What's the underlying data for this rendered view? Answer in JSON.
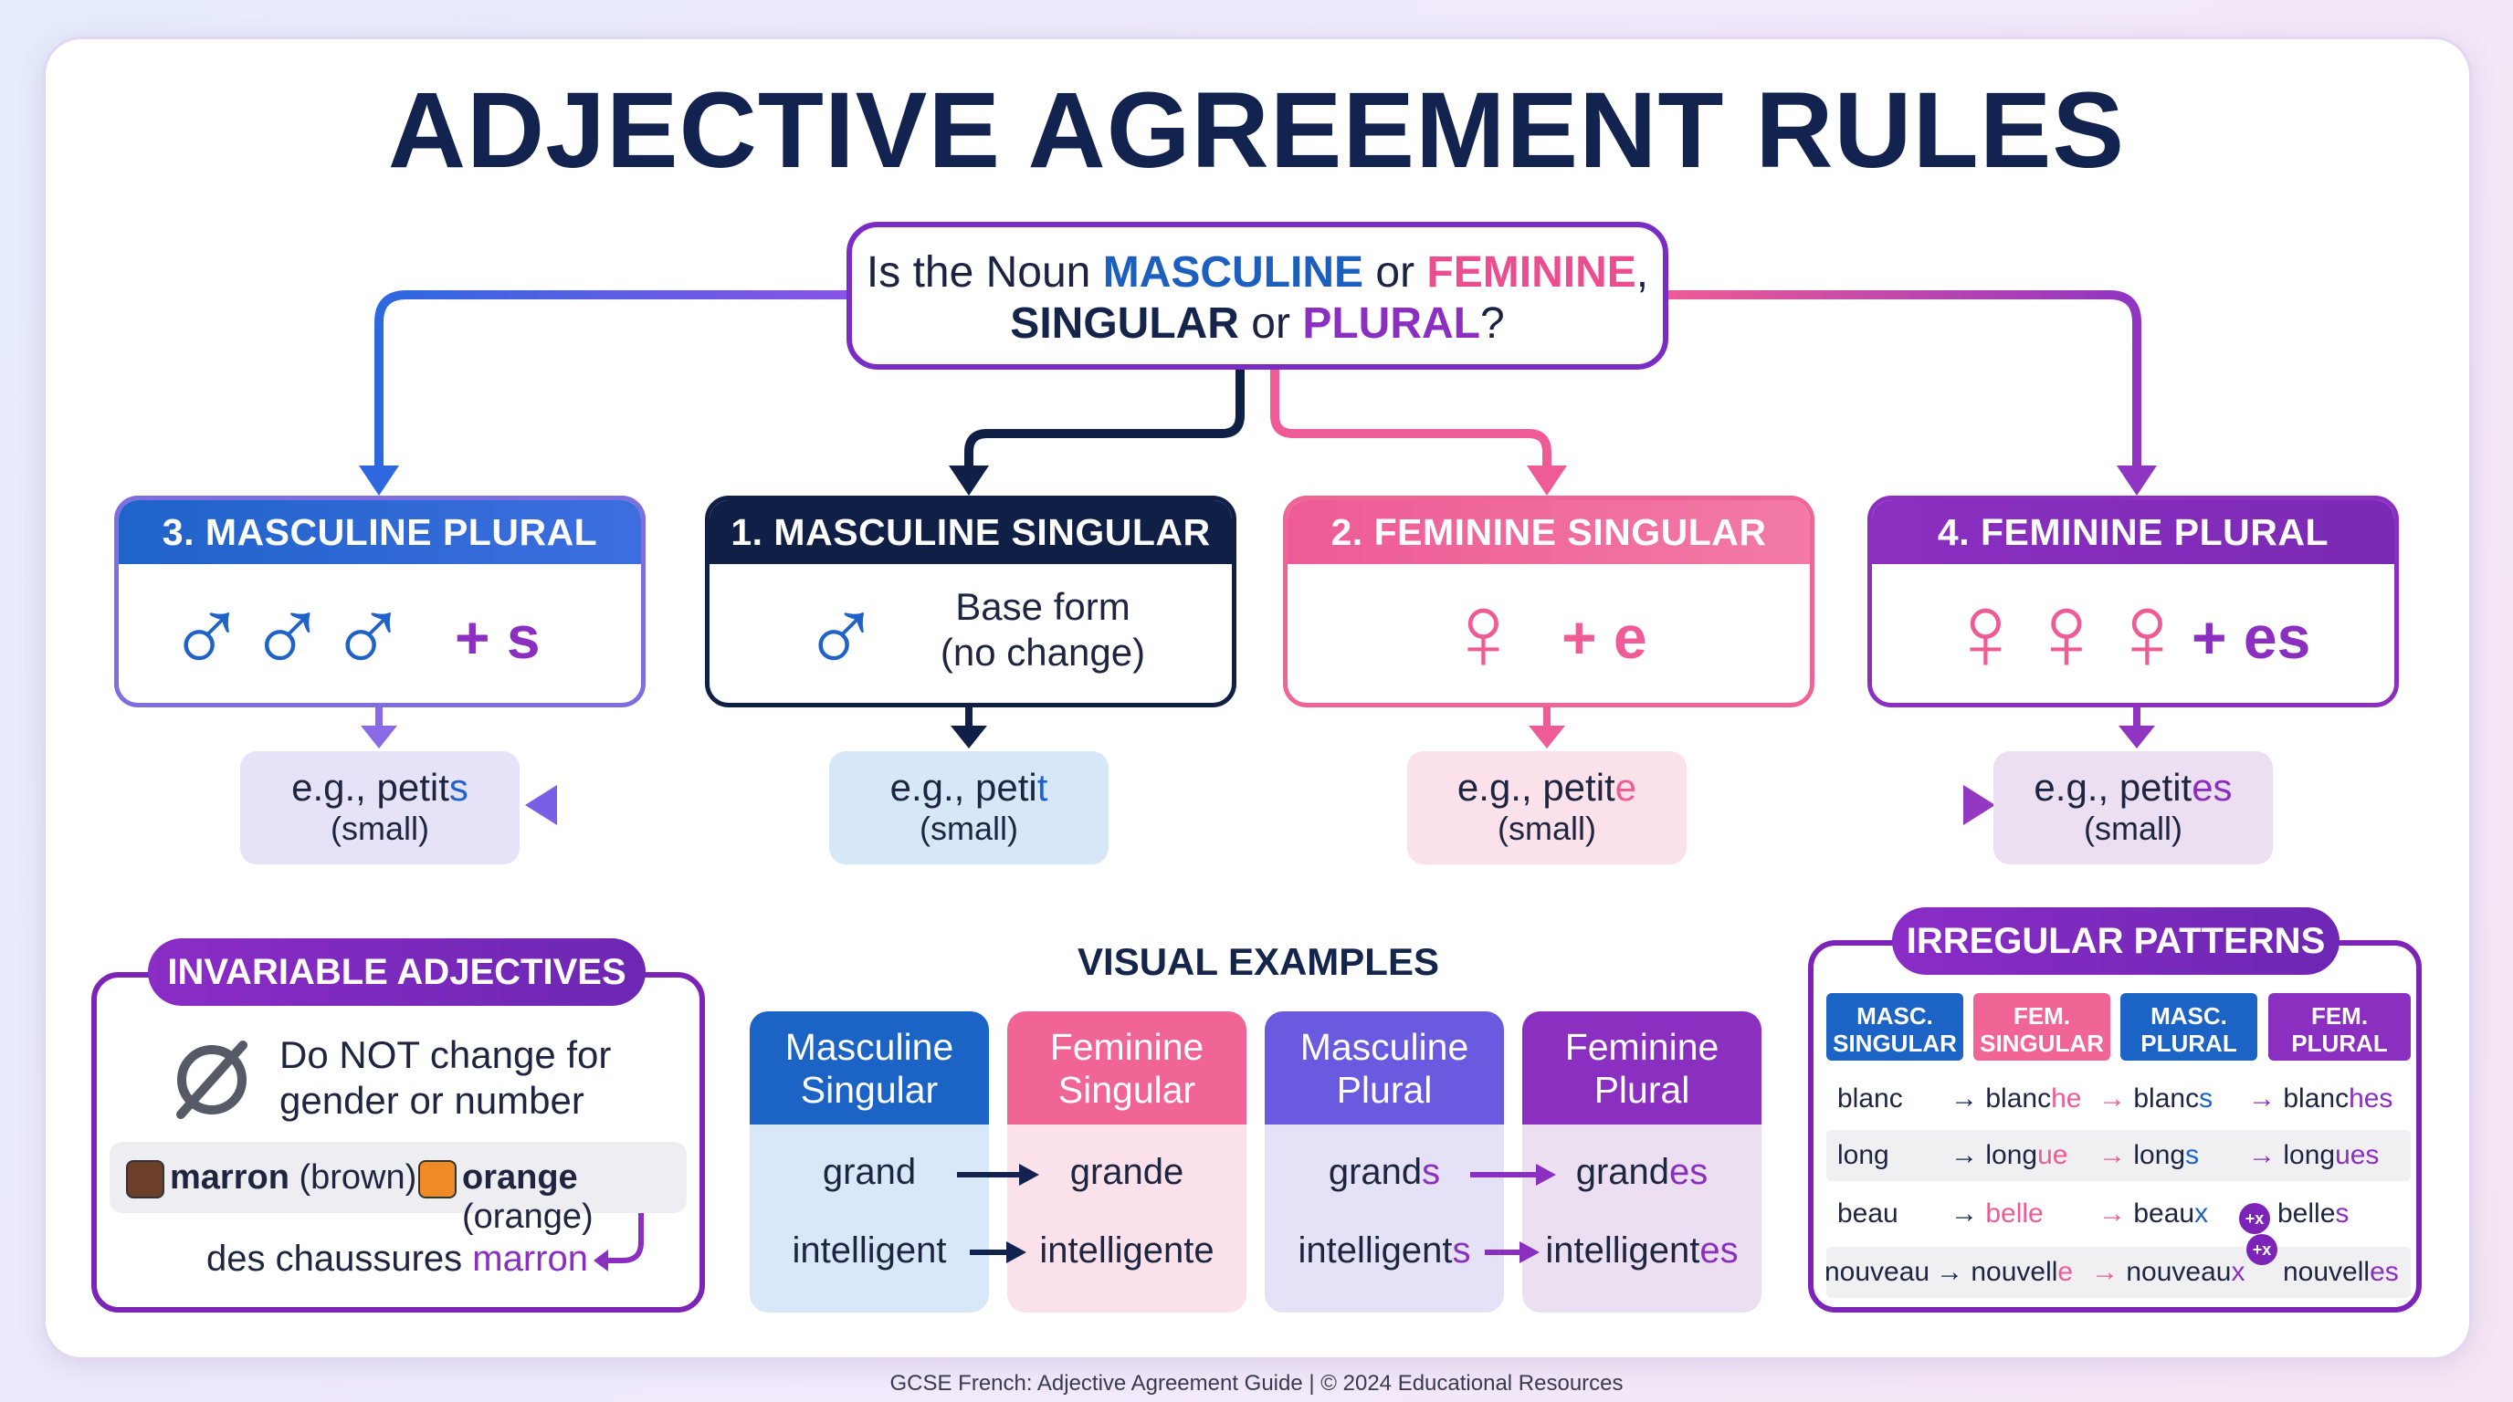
{
  "title": "ADJECTIVE AGREEMENT RULES",
  "question": {
    "p1": "Is the Noun ",
    "masculine": "MASCULINE",
    "or1": " or ",
    "feminine": "FEMININE",
    "comma": ",",
    "singular": "SINGULAR",
    "or2": " or ",
    "plural": "PLURAL",
    "qmark": "?"
  },
  "rules": [
    {
      "heading": "3. MASCULINE PLURAL",
      "symbols": "♂♂♂",
      "suffix": "+ s",
      "example_prefix": "e.g., peti",
      "example_root_end": "t",
      "example_ending": "s",
      "gloss": "(small)"
    },
    {
      "heading": "1. MASCULINE SINGULAR",
      "symbols": "♂",
      "suffix_line1": "Base form",
      "suffix_line2": "(no change)",
      "example_prefix": "e.g., peti",
      "example_root_end": "t",
      "example_ending": "",
      "gloss": "(small)"
    },
    {
      "heading": "2. FEMININE SINGULAR",
      "symbols": "♀",
      "suffix": "+ e",
      "example_prefix": "e.g., petit",
      "example_root_end": "",
      "example_ending": "e",
      "gloss": "(small)"
    },
    {
      "heading": "4. FEMININE PLURAL",
      "symbols": "♀♀♀",
      "suffix": "+ es",
      "example_prefix": "e.g., petit",
      "example_root_end": "",
      "example_ending": "es",
      "gloss": "(small)"
    }
  ],
  "invariable": {
    "heading": "INVARIABLE ADJECTIVES",
    "icon": "empty-set-icon",
    "line1": "Do NOT change for",
    "line2": "gender or number",
    "color1_word": "marron",
    "color1_gloss": "(brown)",
    "color2_word": "orange",
    "color2_gloss": "(orange)",
    "example_prefix": "des chaussures ",
    "example_word": "marron",
    "colors": {
      "marron": "#6b3f2a",
      "orange": "#f08a24"
    }
  },
  "visual_examples": {
    "heading": "VISUAL EXAMPLES",
    "columns": [
      {
        "line1": "Masculine",
        "line2": "Singular",
        "words": [
          {
            "stem": "grand",
            "ending": ""
          },
          {
            "stem": "intelligent",
            "ending": ""
          }
        ]
      },
      {
        "line1": "Feminine",
        "line2": "Singular",
        "words": [
          {
            "stem": "grand",
            "ending": "e"
          },
          {
            "stem": "intelligent",
            "ending": "e"
          }
        ]
      },
      {
        "line1": "Masculine",
        "line2": "Plural",
        "words": [
          {
            "stem": "grand",
            "ending": "s"
          },
          {
            "stem": "intelligent",
            "ending": "s"
          }
        ]
      },
      {
        "line1": "Feminine",
        "line2": "Plural",
        "words": [
          {
            "stem": "grand",
            "ending": "es"
          },
          {
            "stem": "intelligent",
            "ending": "es"
          }
        ]
      }
    ]
  },
  "irregular": {
    "heading": "IRREGULAR PATTERNS",
    "columns": [
      {
        "l1": "MASC.",
        "l2": "SINGULAR"
      },
      {
        "l1": "FEM.",
        "l2": "SINGULAR"
      },
      {
        "l1": "MASC.",
        "l2": "PLURAL"
      },
      {
        "l1": "FEM.",
        "l2": "PLURAL"
      }
    ],
    "rows": [
      {
        "ms": "blanc",
        "fs_stem": "blanc",
        "fs_end": "he",
        "mp_stem": "blanc",
        "mp_end": "s",
        "fp_stem": "blanc",
        "fp_end": "hes",
        "badge": ""
      },
      {
        "ms": "long",
        "fs_stem": "long",
        "fs_end": "ue",
        "mp_stem": "long",
        "mp_end": "s",
        "fp_stem": "long",
        "fp_end": "ues",
        "badge": ""
      },
      {
        "ms": "beau",
        "fs_stem": "belle",
        "fs_end": "",
        "mp_stem": "beau",
        "mp_end": "x",
        "fp_stem": "belle",
        "fp_end": "s",
        "badge": "+x"
      },
      {
        "ms": "nouveau",
        "fs_stem": "nouvell",
        "fs_end": "e",
        "mp_stem": "nouveau",
        "mp_end": "x",
        "fp_stem": "nouvell",
        "fp_end": "es",
        "badge": "+x"
      }
    ]
  },
  "footer": "GCSE French: Adjective Agreement Guide | © 2024 Educational Resources",
  "colors": {
    "masc_plural": "#1f63c9",
    "masc_singular": "#0f1f45",
    "fem_singular": "#f06595",
    "fem_plural": "#8b2fc0"
  }
}
